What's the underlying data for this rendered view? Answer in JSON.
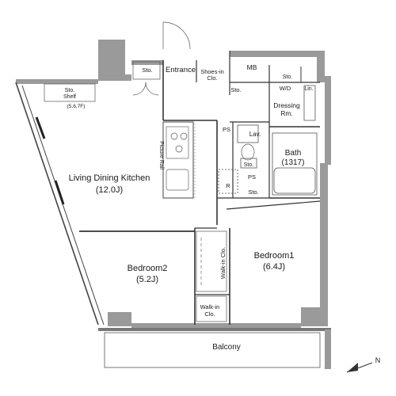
{
  "rooms": {
    "ldk_name": "Living Dining Kitchen",
    "ldk_size": "(12.0J)",
    "bedroom1_name": "Bedroom1",
    "bedroom1_size": "(6.4J)",
    "bedroom2_name": "Bedroom2",
    "bedroom2_size": "(5.2J)",
    "bath_name": "Bath",
    "bath_size": "(1317)",
    "dressing_l1": "Dressing",
    "dressing_l2": "Rm.",
    "entrance": "Entrance",
    "mb": "MB",
    "balcony": "Balcony",
    "lav": "Lav."
  },
  "storage": {
    "sto_top": "Sto.",
    "sto_entry": "Sto.",
    "sto_dressing": "Sto.",
    "sto_toilet": "Sto.",
    "sto_hall": "Sto.",
    "sto_shelf_l1": "Sto.",
    "sto_shelf_l2": "Shelf",
    "sto_shelf_note": "(5,6,7F)",
    "shoes_l1": "Shoes-in",
    "shoes_l2": "Clo.",
    "wd": "W/D",
    "lin": "Lin.",
    "ps1": "PS",
    "ps2": "PS",
    "r": "R",
    "walkin1": "Walk-in Clo.",
    "walkin2_l1": "Walk-in",
    "walkin2_l2": "Clo.",
    "picture_rail": "Picture Rail"
  },
  "compass": {
    "label": "N"
  }
}
